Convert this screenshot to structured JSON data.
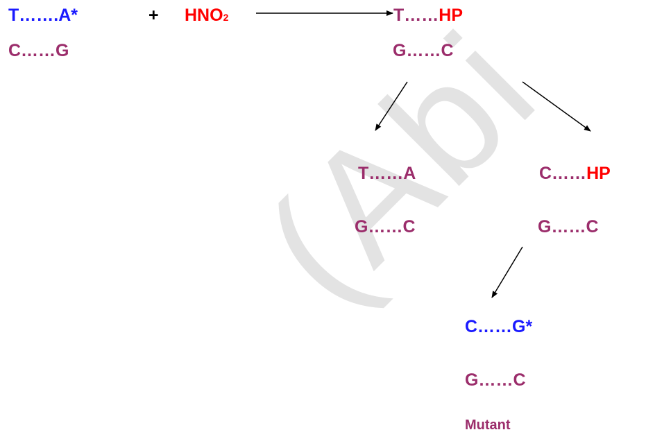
{
  "colors": {
    "purple": "#9b2d6b",
    "blue": "#1a1aff",
    "red": "#ff0000",
    "watermark": "#e3e3e3"
  },
  "watermark": "(Abi",
  "reaction": {
    "pair1_top": "T…….A*",
    "pair1_bottom": "C……G",
    "plus": "+",
    "reagent_main": "HNO",
    "reagent_sub": "2",
    "product_top_base": "T……",
    "product_top_mod": "HP",
    "product_bottom": "G……C"
  },
  "left_branch": {
    "top": "T……A",
    "bottom": "G……C"
  },
  "right_branch": {
    "top_base": "C……",
    "top_mod": "HP",
    "bottom": "G……C"
  },
  "final": {
    "top": "C……G*",
    "bottom": "G……C",
    "label": "Mutant"
  }
}
